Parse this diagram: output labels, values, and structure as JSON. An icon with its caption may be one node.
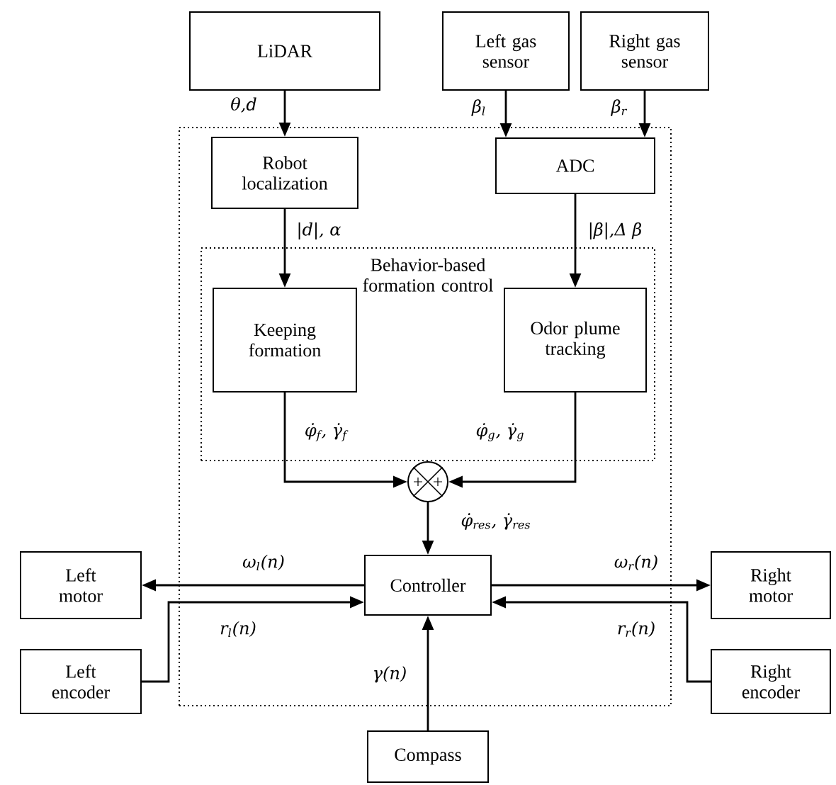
{
  "diagram": {
    "nodes": [
      {
        "text": [
          "LiDAR"
        ]
      },
      {
        "text": [
          "Left gas sensor"
        ]
      },
      {
        "text": [
          "Right gas sensor"
        ]
      },
      {
        "text": [],
        "shape": "box"
      },
      {
        "text": [
          "Robot localization"
        ],
        "in": 3
      },
      {
        "text": [
          "ADC"
        ],
        "in": 3
      },
      {
        "text": [
          "Behavior-based formation control"
        ],
        "in": 3
      },
      {
        "text": [
          "Keeping formation"
        ],
        "in": 6
      },
      {
        "text": [
          "Odor plume tracking"
        ],
        "in": 6
      },
      {
        "text": [],
        "shape": "circle",
        "in": 3
      },
      {
        "text": [
          "Left motor"
        ]
      },
      {
        "text": [
          "Controller"
        ],
        "in": 3
      },
      {
        "text": [
          "Right motor"
        ]
      },
      {
        "text": [
          "Left encoder"
        ]
      },
      {
        "text": [
          "Right encoder"
        ]
      },
      {
        "text": [
          "Compass"
        ]
      }
    ],
    "edges": [
      {
        "from": 0,
        "to": 4,
        "arrow": "to",
        "label": "θ,d"
      },
      {
        "from": 1,
        "to": 5,
        "arrow": "to",
        "label": "β$_{l}$"
      },
      {
        "from": 2,
        "to": 5,
        "arrow": "to",
        "label": "β$_{r}$"
      },
      {
        "from": 4,
        "to": 7,
        "arrow": "to",
        "label": "|d|, α"
      },
      {
        "from": 5,
        "to": 8,
        "arrow": "to",
        "label": "|β|,Δ β"
      },
      {
        "from": 7,
        "to": 9,
        "arrow": "to",
        "label": "φ̇$_{f}$, γ̇$_{f}$"
      },
      {
        "from": 8,
        "to": 9,
        "arrow": "to",
        "label": "φ̇$_{g}$, γ̇$_{g}$"
      },
      {
        "from": 9,
        "to": 11,
        "arrow": "to",
        "label": "φ̇$_{res}$, γ̇$_{res}$"
      },
      {
        "from": 11,
        "to": 10,
        "arrow": "to",
        "label": "ω$_{l}$(n)"
      },
      {
        "from": 13,
        "to": 11,
        "arrow": "to",
        "label": "r$_{l}$(n)"
      },
      {
        "from": 11,
        "to": 12,
        "arrow": "to",
        "label": "ω$_{r}$(n)"
      },
      {
        "from": 14,
        "to": 11,
        "arrow": "to",
        "label": "r$_{r}$(n)"
      },
      {
        "from": 15,
        "to": 11,
        "arrow": "to",
        "label": "γ(n)"
      }
    ]
  }
}
